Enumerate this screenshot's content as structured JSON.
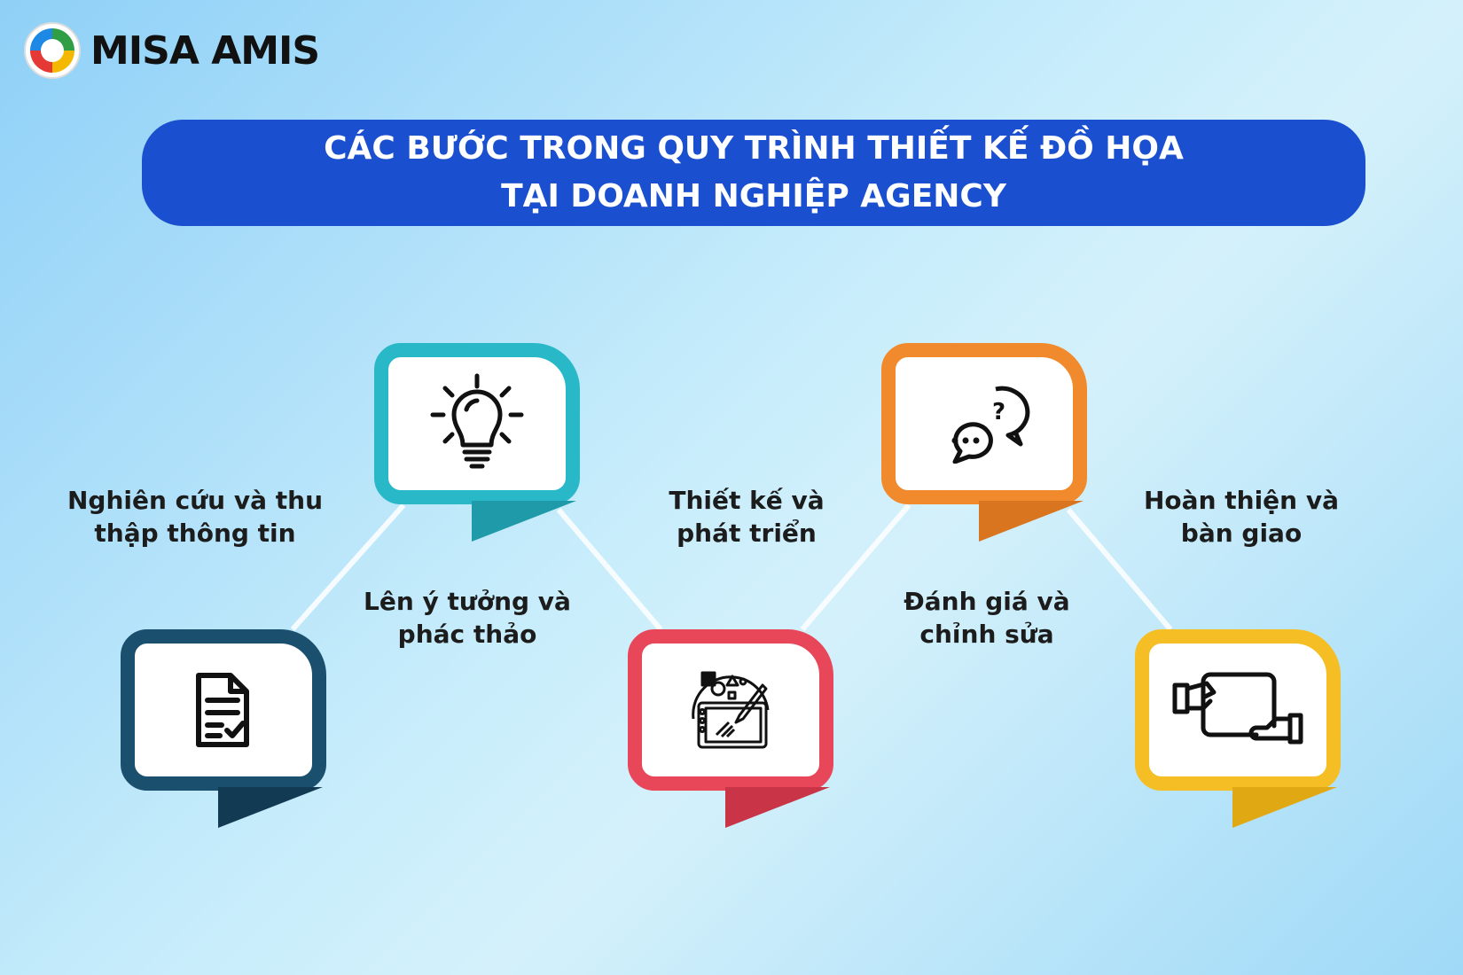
{
  "brand": {
    "name": "MISA AMIS"
  },
  "banner": {
    "line1": "CÁC BƯỚC TRONG QUY TRÌNH THIẾT KẾ ĐỒ HỌA",
    "line2": "TẠI DOANH NGHIỆP AGENCY"
  },
  "steps": [
    {
      "label_line1": "Nghiên cứu và thu",
      "label_line2": "thập thông tin",
      "color": "#1a4f6e",
      "tail_color": "#123a52",
      "icon": "document-check-icon"
    },
    {
      "label_line1": "Lên ý tưởng và",
      "label_line2": "phác thảo",
      "color": "#29b8c8",
      "tail_color": "#1f9aa8",
      "icon": "lightbulb-icon"
    },
    {
      "label_line1": "Thiết kế và",
      "label_line2": "phát triển",
      "color": "#e8475a",
      "tail_color": "#c93546",
      "icon": "design-tablet-icon"
    },
    {
      "label_line1": "Đánh giá và",
      "label_line2": "chỉnh sửa",
      "color": "#f18a2c",
      "tail_color": "#d9741f",
      "icon": "chat-bubbles-icon"
    },
    {
      "label_line1": "Hoàn thiện và",
      "label_line2": "bàn giao",
      "color": "#f6be25",
      "tail_color": "#e0a914",
      "icon": "handover-icon"
    }
  ]
}
